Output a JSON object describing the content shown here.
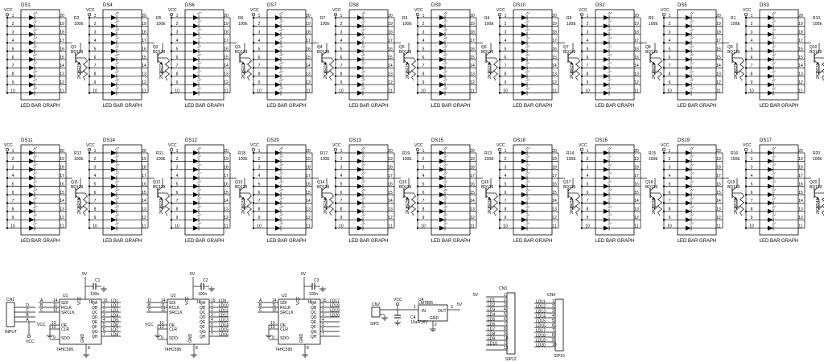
{
  "bargraph_row1": [
    {
      "ref": "DS1",
      "res": "R2",
      "tr": "Q1",
      "rb": "R21"
    },
    {
      "ref": "DS4",
      "res": "R5",
      "tr": "Q2",
      "rb": "R22"
    },
    {
      "ref": "DS6",
      "res": "R6",
      "tr": "Q3",
      "rb": "R23"
    },
    {
      "ref": "DS7",
      "res": "R7",
      "tr": "Q4",
      "rb": "R24"
    },
    {
      "ref": "DS8",
      "res": "R3",
      "tr": "Q5",
      "rb": "R25"
    },
    {
      "ref": "DS9",
      "res": "R4",
      "tr": "Q6",
      "rb": "R26"
    },
    {
      "ref": "DS10",
      "res": "R8",
      "tr": "Q7",
      "rb": "R27"
    },
    {
      "ref": "DS2",
      "res": "R9",
      "tr": "Q8",
      "rb": "R28"
    },
    {
      "ref": "DS5",
      "res": "R1",
      "tr": "Q9",
      "rb": "R29"
    },
    {
      "ref": "DS3",
      "res": "R10",
      "tr": "Q10",
      "rb": "R30"
    }
  ],
  "bargraph_row2": [
    {
      "ref": "DS11",
      "res": "R12",
      "tr": "Q11",
      "rb": "R31"
    },
    {
      "ref": "DS14",
      "res": "R11",
      "tr": "Q12",
      "rb": "R32"
    },
    {
      "ref": "DS12",
      "res": "R18",
      "tr": "Q13",
      "rb": "R33"
    },
    {
      "ref": "DS20",
      "res": "R17",
      "tr": "Q14",
      "rb": "R34"
    },
    {
      "ref": "DS13",
      "res": "R19",
      "tr": "Q15",
      "rb": "R35"
    },
    {
      "ref": "DS15",
      "res": "R13",
      "tr": "Q16",
      "rb": "R36"
    },
    {
      "ref": "DS18",
      "res": "R14",
      "tr": "Q17",
      "rb": "R37"
    },
    {
      "ref": "DS16",
      "res": "R15",
      "tr": "Q18",
      "rb": "R38"
    },
    {
      "ref": "DS19",
      "res": "R16",
      "tr": "Q19",
      "rb": "R39"
    },
    {
      "ref": "DS17",
      "res": "R20",
      "tr": "Q20",
      "rb": "R40"
    }
  ],
  "common": {
    "vcc": "VCC",
    "bar_label": "LED BAR GRAPH",
    "res_value": "100E",
    "tr_part": "BD139",
    "rb_value": "2K2"
  },
  "pins_left": [
    "1",
    "2",
    "3",
    "4",
    "5",
    "6",
    "7",
    "8",
    "9",
    "10"
  ],
  "pins_right": [
    "20",
    "19",
    "18",
    "17",
    "16",
    "15",
    "14",
    "13",
    "12",
    "11"
  ],
  "input_connector": {
    "ref": "CN1",
    "label": "INPUT",
    "pins": [
      "D",
      "C",
      "B",
      "A"
    ],
    "vcc": "VCC"
  },
  "shift_registers": [
    {
      "ref": "U1",
      "part": "74HC595",
      "cap": "C1",
      "cap_value": "100n",
      "supply": "5V",
      "in_pins": [
        "14",
        "11",
        "12"
      ],
      "in_labels": [
        "SDI",
        "RCLK",
        "SRCLK"
      ],
      "ctrl": [
        "13",
        "10"
      ],
      "ctrl_labels": [
        "OE",
        "CLR"
      ],
      "supply_pin": "16",
      "gnd_pin": "8",
      "sdo_pin": "9",
      "sdo_label": "SDO",
      "gnd_label": "GND",
      "vcc_label": "VCC",
      "out_pins": [
        "15",
        "1",
        "2",
        "3",
        "4",
        "5",
        "6",
        "7"
      ],
      "out_labels": [
        "QA",
        "QB",
        "QC",
        "QD",
        "QE",
        "QF",
        "QG",
        "QH"
      ],
      "in_nets": [
        "A",
        "B",
        "C"
      ],
      "nets": [
        "LD1",
        "LD2",
        "LD3",
        "LD4",
        "LD5",
        "LD6",
        "LD7",
        "LD8"
      ],
      "side_vcc": "VCC"
    },
    {
      "ref": "U2",
      "part": "74HC595",
      "cap": "C2",
      "cap_value": "100n",
      "supply": "5V",
      "in_pins": [
        "14",
        "11",
        "12"
      ],
      "in_labels": [
        "SDI",
        "RCLK",
        "SRCLK"
      ],
      "ctrl": [
        "13",
        "10"
      ],
      "ctrl_labels": [
        "OE",
        "CLR"
      ],
      "supply_pin": "16",
      "gnd_pin": "8",
      "sdo_pin": "9",
      "sdo_label": "SDO",
      "gnd_label": "GND",
      "vcc_label": "VCC",
      "out_pins": [
        "15",
        "1",
        "2",
        "3",
        "4",
        "5",
        "6",
        "7"
      ],
      "out_labels": [
        "QA",
        "QB",
        "QC",
        "QD",
        "QE",
        "QF",
        "QG",
        "QH"
      ],
      "in_nets": [
        "D",
        "B",
        "C"
      ],
      "nets": [
        "LD9",
        "LD10",
        "LD11",
        "LD12",
        "LD13",
        "LD14",
        "LD15",
        "LD16"
      ],
      "side_vcc": "VCC"
    },
    {
      "ref": "U3",
      "part": "74HC595",
      "cap": "C3",
      "cap_value": "100n",
      "supply": "5V",
      "in_pins": [
        "14",
        "11",
        "12"
      ],
      "in_labels": [
        "SDI",
        "RCLK",
        "SRCLK"
      ],
      "ctrl": [
        "13",
        "10"
      ],
      "ctrl_labels": [
        "OE",
        "CLR"
      ],
      "supply_pin": "16",
      "gnd_pin": "8",
      "sdo_pin": "9",
      "sdo_label": "SDO",
      "gnd_label": "GND",
      "vcc_label": "VCC",
      "out_pins": [
        "15",
        "1",
        "2",
        "3",
        "4",
        "5",
        "6",
        "7"
      ],
      "out_labels": [
        "QA",
        "QB",
        "QC",
        "QD",
        "QE",
        "QF",
        "QG",
        "QH"
      ],
      "in_nets": [
        "A",
        "B",
        "C"
      ],
      "nets": [
        "LD17",
        "LD18",
        "LD19",
        "LD20",
        "",
        "",
        "",
        ""
      ],
      "side_vcc": ""
    }
  ],
  "power": {
    "cn2": "CN2",
    "cn2_part": "SIP2",
    "vcc": "VCC",
    "cap": "C4",
    "cap_value": "10uF/16V",
    "reg_ref": "U4",
    "reg_part": "LM7805",
    "reg_in": "IN",
    "reg_out": "OUT",
    "reg_gnd": "GND",
    "pin_in": "1",
    "pin_out": "3",
    "pin_gnd": "2",
    "out_label": "5V"
  },
  "cn3": {
    "ref": "CN3",
    "part": "SIP12",
    "supply": "5V",
    "pins": [
      "1",
      "2",
      "3",
      "4",
      "5",
      "6",
      "7",
      "8",
      "9",
      "10",
      "11",
      "12"
    ],
    "nets": [
      "LD1",
      "LD2",
      "LD3",
      "LD4",
      "LD5",
      "LD6",
      "LD7",
      "LD8",
      "LD9",
      "LD10"
    ]
  },
  "cn4": {
    "ref": "CN4",
    "part": "SIP10",
    "pins": [
      "1",
      "2",
      "3",
      "4",
      "5",
      "6",
      "7",
      "8",
      "9",
      "10"
    ],
    "nets": [
      "LD11",
      "LD12",
      "LD13",
      "LD14",
      "LD15",
      "LD16",
      "LD17",
      "LD18",
      "LD19",
      "LD20"
    ]
  }
}
